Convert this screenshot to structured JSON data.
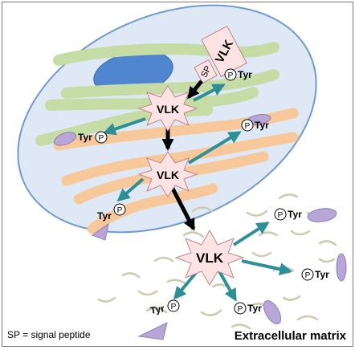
{
  "enzyme": {
    "label": "VLK"
  },
  "precursor": {
    "sp_label": "SP",
    "vlk_label": "VLK"
  },
  "phospho": {
    "p_label": "P",
    "tyr_label": "Tyr"
  },
  "legend": {
    "sp_definition": "SP = signal peptide"
  },
  "regions": {
    "extracellular": "Extracellular matrix"
  },
  "colors": {
    "cell_fill": "#dfe9f5",
    "cell_stroke": "#6f9bd1",
    "nucleus": "#4f86cf",
    "er": "#c5dca5",
    "golgi": "#f7c99a",
    "arrow_teal": "#2f8f96",
    "arrow_black": "#000000",
    "star_fill": "#fde3e3",
    "substrate": "#b7a6d6"
  }
}
